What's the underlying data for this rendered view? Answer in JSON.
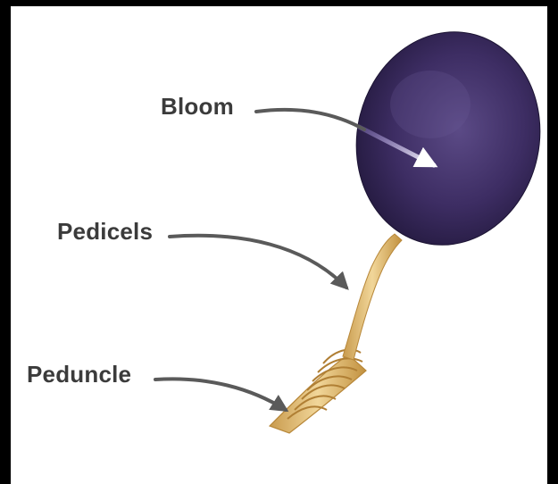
{
  "labels": {
    "bloom": "Bloom",
    "pedicels": "Pedicels",
    "peduncle": "Peduncle"
  },
  "colors": {
    "berry": "#3a2a5a",
    "stem": "#e6c27a",
    "label_text": "#3b3b3b",
    "arrow": "#5a5a5a",
    "bloom_arrow": "#b9a8e6"
  }
}
